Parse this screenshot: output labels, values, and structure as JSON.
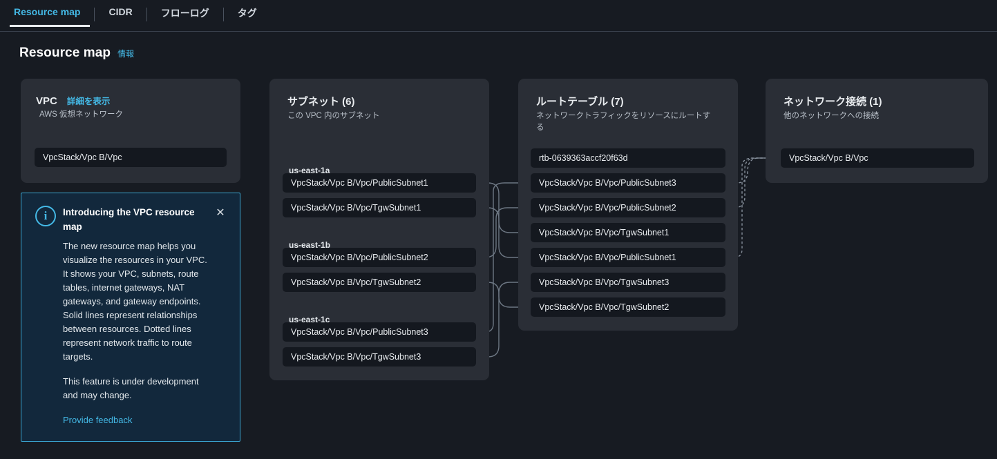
{
  "tabs": [
    {
      "label": "Resource map",
      "active": true
    },
    {
      "label": "CIDR",
      "active": false
    },
    {
      "label": "フローログ",
      "active": false
    },
    {
      "label": "タグ",
      "active": false
    }
  ],
  "header": {
    "title": "Resource map",
    "info_label": "情報"
  },
  "panels": {
    "vpc": {
      "title": "VPC",
      "details_link": "詳細を表示",
      "subtitle": "AWS 仮想ネットワーク",
      "nodes": [
        "VpcStack/Vpc B/Vpc"
      ]
    },
    "subnets": {
      "title": "サブネット (6)",
      "subtitle": "この VPC 内のサブネット",
      "groups": [
        {
          "az": "us-east-1a",
          "nodes": [
            "VpcStack/Vpc B/Vpc/PublicSubnet1",
            "VpcStack/Vpc B/Vpc/TgwSubnet1"
          ]
        },
        {
          "az": "us-east-1b",
          "nodes": [
            "VpcStack/Vpc B/Vpc/PublicSubnet2",
            "VpcStack/Vpc B/Vpc/TgwSubnet2"
          ]
        },
        {
          "az": "us-east-1c",
          "nodes": [
            "VpcStack/Vpc B/Vpc/PublicSubnet3",
            "VpcStack/Vpc B/Vpc/TgwSubnet3"
          ]
        }
      ]
    },
    "route_tables": {
      "title": "ルートテーブル (7)",
      "subtitle": "ネットワークトラフィックをリソースにルートする",
      "nodes": [
        "rtb-0639363accf20f63d",
        "VpcStack/Vpc B/Vpc/PublicSubnet3",
        "VpcStack/Vpc B/Vpc/PublicSubnet2",
        "VpcStack/Vpc B/Vpc/TgwSubnet1",
        "VpcStack/Vpc B/Vpc/PublicSubnet1",
        "VpcStack/Vpc B/Vpc/TgwSubnet3",
        "VpcStack/Vpc B/Vpc/TgwSubnet2"
      ]
    },
    "network_connections": {
      "title": "ネットワーク接続 (1)",
      "subtitle": "他のネットワークへの接続",
      "nodes": [
        "VpcStack/Vpc B/Vpc"
      ]
    }
  },
  "callout": {
    "icon": "info-icon",
    "title": "Introducing the VPC resource map",
    "paragraph1": "The new resource map helps you visualize the resources in your VPC. It shows your VPC, subnets, route tables, internet gateways, NAT gateways, and gateway endpoints. Solid lines represent relationships between resources. Dotted lines represent network traffic to route targets.",
    "paragraph2": "This feature is under development and may change.",
    "feedback_link": "Provide feedback",
    "close_icon": "✕"
  },
  "colors": {
    "accent": "#44b9e6",
    "page_bg": "#171b22",
    "panel_bg": "#2a2e36",
    "node_bg": "#14181f",
    "wire_solid": "#6d7783",
    "wire_dotted": "#868f9b"
  }
}
